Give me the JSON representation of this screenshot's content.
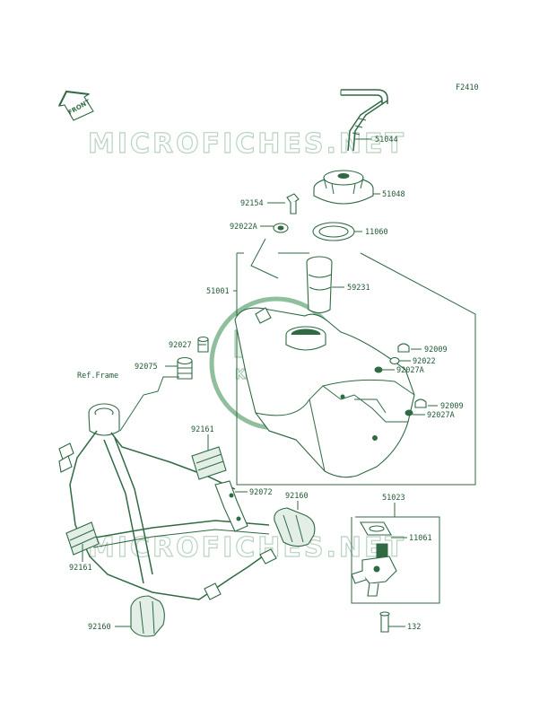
{
  "figure_code": "F2410",
  "front_label": "FRONT",
  "watermark_text": "MICROFICHES.NET",
  "logo_text": "Kawasaki",
  "ref_frame_label": "Ref.Frame",
  "parts": {
    "p51044": "51044",
    "p51048": "51048",
    "p92154": "92154",
    "p92022A": "92022A",
    "p11060": "11060",
    "p51001": "51001",
    "p59231": "59231",
    "p92027": "92027",
    "p92009a": "92009",
    "p92022": "92022",
    "p92075": "92075",
    "p92027Aa": "92027A",
    "p92009b": "92009",
    "p92027Ab": "92027A",
    "p92161a": "92161",
    "p92072": "92072",
    "p92160a": "92160",
    "p51023": "51023",
    "p11061": "11061",
    "p92161b": "92161",
    "p92160b": "92160",
    "p132": "132"
  },
  "colors": {
    "line": "#2f6a43",
    "watermark": "#b9d3c0",
    "background": "#ffffff"
  }
}
